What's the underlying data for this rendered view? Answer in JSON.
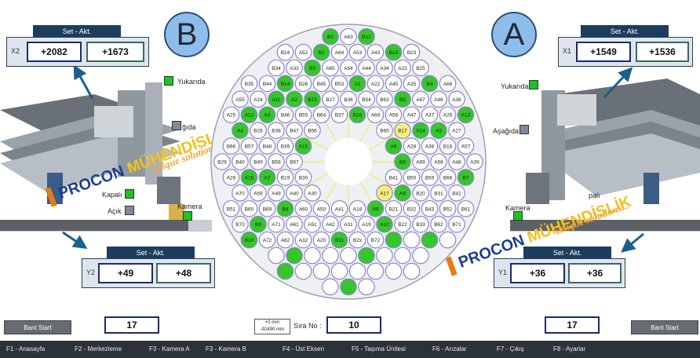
{
  "badges": {
    "left": "B",
    "right": "A"
  },
  "panels": {
    "x2": {
      "header": "Set - Akt.",
      "axis": "X2",
      "set": "+2082",
      "akt": "+1673"
    },
    "x1": {
      "header": "Set - Akt.",
      "axis": "X1",
      "set": "+1549",
      "akt": "+1536"
    },
    "y2": {
      "header": "Set - Akt.",
      "axis": "Y2",
      "set": "+49",
      "akt": "+48"
    },
    "y1": {
      "header": "Set - Akt.",
      "axis": "Y1",
      "set": "+36",
      "akt": "+36"
    }
  },
  "labels": {
    "yukarida": "Yukarıda",
    "asagida": "Aşağıda",
    "kapali": "Kapalı",
    "acik": "Açık",
    "kamera": "Kamera"
  },
  "left_info": {
    "asagida_partial": "ğıda",
    "kapali": "Kapalı",
    "acik": "Açık",
    "kamera": "Kamera"
  },
  "right_info": {
    "yukarida": "Yukarıda",
    "asagida": "Aşağıda",
    "kapali": "palı",
    "kamera": "Kamera"
  },
  "watermark": {
    "brand_left": "PROCON",
    "brand_right": "MÜHENDİSLİK",
    "tagline": "unique solutions..."
  },
  "bottom": {
    "bant_start_left": "Bant Start",
    "bant_start_right": "Bant Start",
    "left_count": "17",
    "right_count": "17",
    "offset_top": "+0 mm",
    "offset_bottom": "-92490 mm",
    "sira_label": "Sıra No :",
    "sira_value": "10"
  },
  "footer": [
    {
      "key": "F1",
      "label": "F1 - Anasayfa"
    },
    {
      "key": "F2",
      "label": "F2 - Merkezleme"
    },
    {
      "key": "F3a",
      "label": "F3 - Kamera  A"
    },
    {
      "key": "F3b",
      "label": "F3 - Kamera  B"
    },
    {
      "key": "F4",
      "label": "F4 - Üst Eksen"
    },
    {
      "key": "F5",
      "label": "F5 - Taşıma Ünitesi"
    },
    {
      "key": "F6",
      "label": "F6 - Arızalar"
    },
    {
      "key": "F7",
      "label": "F7 - Çıkış"
    },
    {
      "key": "F8",
      "label": "F8 - Ayarlar"
    }
  ],
  "colors": {
    "filled": "#35c62a",
    "current": "#f5ee7e",
    "empty": "#ffffff",
    "slot_border": "#8d85c8",
    "header": "#1c3d5e",
    "footer": "#2b323a"
  },
  "carousel": {
    "cells": [
      {
        "id": "B1",
        "s": "g"
      },
      {
        "id": "A63",
        "s": "w"
      },
      {
        "id": "B12",
        "s": "g"
      },
      {
        "id": "B24",
        "s": "w"
      },
      {
        "id": "A52",
        "s": "w"
      },
      {
        "id": "B2",
        "s": "g"
      },
      {
        "id": "A64",
        "s": "w"
      },
      {
        "id": "A53",
        "s": "w"
      },
      {
        "id": "A43",
        "s": "w"
      },
      {
        "id": "B13",
        "s": "g"
      },
      {
        "id": "B23",
        "s": "w"
      },
      {
        "id": "B34",
        "s": "w"
      },
      {
        "id": "A33",
        "s": "w"
      },
      {
        "id": "B3",
        "s": "g"
      },
      {
        "id": "A65",
        "s": "w"
      },
      {
        "id": "A54",
        "s": "w"
      },
      {
        "id": "A44",
        "s": "w"
      },
      {
        "id": "A34",
        "s": "w"
      },
      {
        "id": "A23",
        "s": "w"
      },
      {
        "id": "B25",
        "s": "w"
      },
      {
        "id": "B35",
        "s": "w"
      },
      {
        "id": "B44",
        "s": "w"
      },
      {
        "id": "B14",
        "s": "g"
      },
      {
        "id": "B26",
        "s": "w"
      },
      {
        "id": "B45",
        "s": "w"
      },
      {
        "id": "B53",
        "s": "w"
      },
      {
        "id": "A1",
        "s": "g"
      },
      {
        "id": "A22",
        "s": "w"
      },
      {
        "id": "A45",
        "s": "w"
      },
      {
        "id": "A35",
        "s": "w"
      },
      {
        "id": "B4",
        "s": "g"
      },
      {
        "id": "A66",
        "s": "w"
      },
      {
        "id": "A55",
        "s": "w"
      },
      {
        "id": "A24",
        "s": "w"
      },
      {
        "id": "A11",
        "s": "g"
      },
      {
        "id": "A2",
        "s": "g"
      },
      {
        "id": "B15",
        "s": "g"
      },
      {
        "id": "B27",
        "s": "w"
      },
      {
        "id": "B36",
        "s": "w"
      },
      {
        "id": "B54",
        "s": "w"
      },
      {
        "id": "B63",
        "s": "w"
      },
      {
        "id": "B5",
        "s": "g"
      },
      {
        "id": "A67",
        "s": "w"
      },
      {
        "id": "A46",
        "s": "w"
      },
      {
        "id": "A36",
        "s": "w"
      },
      {
        "id": "A25",
        "s": "w"
      },
      {
        "id": "A12",
        "s": "g"
      },
      {
        "id": "A3",
        "s": "g"
      },
      {
        "id": "B46",
        "s": "w"
      },
      {
        "id": "B55",
        "s": "w"
      },
      {
        "id": "B64",
        "s": "w"
      },
      {
        "id": "B37",
        "s": "w"
      },
      {
        "id": "B16",
        "s": "g"
      },
      {
        "id": "A68",
        "s": "w"
      },
      {
        "id": "A56",
        "s": "w"
      },
      {
        "id": "A47",
        "s": "w"
      },
      {
        "id": "A37",
        "s": "w"
      },
      {
        "id": "A26",
        "s": "w"
      },
      {
        "id": "A13",
        "s": "g"
      },
      {
        "id": "A4",
        "s": "g"
      },
      {
        "id": "B28",
        "s": "w"
      },
      {
        "id": "B38",
        "s": "w"
      },
      {
        "id": "B47",
        "s": "w"
      },
      {
        "id": "B56",
        "s": "w"
      },
      {
        "id": "B65",
        "s": "w"
      },
      {
        "id": "B17",
        "s": "y"
      },
      {
        "id": "A14",
        "s": "g"
      },
      {
        "id": "A5",
        "s": "g"
      },
      {
        "id": "A27",
        "s": "w"
      },
      {
        "id": "B66",
        "s": "w"
      },
      {
        "id": "B57",
        "s": "w"
      },
      {
        "id": "B48",
        "s": "w"
      },
      {
        "id": "B39",
        "s": "w"
      },
      {
        "id": "A15",
        "s": "g"
      },
      {
        "id": "A6",
        "s": "g"
      },
      {
        "id": "A28",
        "s": "w"
      },
      {
        "id": "A38",
        "s": "w"
      },
      {
        "id": "B18",
        "s": "w"
      },
      {
        "id": "A57",
        "s": "w"
      },
      {
        "id": "B29",
        "s": "w"
      },
      {
        "id": "B40",
        "s": "w"
      },
      {
        "id": "B49",
        "s": "w"
      },
      {
        "id": "B58",
        "s": "w"
      },
      {
        "id": "B67",
        "s": "w"
      },
      {
        "id": "B6",
        "s": "g"
      },
      {
        "id": "A69",
        "s": "w"
      },
      {
        "id": "A58",
        "s": "w"
      },
      {
        "id": "A48",
        "s": "w"
      },
      {
        "id": "A39",
        "s": "w"
      },
      {
        "id": "A29",
        "s": "w"
      },
      {
        "id": "A16",
        "s": "g"
      },
      {
        "id": "A7",
        "s": "g"
      },
      {
        "id": "B19",
        "s": "w"
      },
      {
        "id": "B30",
        "s": "w"
      },
      {
        "id": "B41",
        "s": "w"
      },
      {
        "id": "B50",
        "s": "w"
      },
      {
        "id": "B59",
        "s": "w"
      },
      {
        "id": "B68",
        "s": "w"
      },
      {
        "id": "B7",
        "s": "g"
      },
      {
        "id": "A70",
        "s": "w"
      },
      {
        "id": "A59",
        "s": "w"
      },
      {
        "id": "A49",
        "s": "w"
      },
      {
        "id": "A40",
        "s": "w"
      },
      {
        "id": "A30",
        "s": "w"
      },
      {
        "id": "A17",
        "s": "y"
      },
      {
        "id": "A8",
        "s": "g"
      },
      {
        "id": "B20",
        "s": "w"
      },
      {
        "id": "B31",
        "s": "w"
      },
      {
        "id": "B42",
        "s": "w"
      },
      {
        "id": "B51",
        "s": "w"
      },
      {
        "id": "B60",
        "s": "w"
      },
      {
        "id": "B69",
        "s": "w"
      },
      {
        "id": "B8",
        "s": "g"
      },
      {
        "id": "A60",
        "s": "w"
      },
      {
        "id": "A50",
        "s": "w"
      },
      {
        "id": "A41",
        "s": "w"
      },
      {
        "id": "A18",
        "s": "w"
      },
      {
        "id": "A9",
        "s": "g"
      },
      {
        "id": "B21",
        "s": "w"
      },
      {
        "id": "B32",
        "s": "w"
      },
      {
        "id": "B43",
        "s": "w"
      },
      {
        "id": "B52",
        "s": "w"
      },
      {
        "id": "B61",
        "s": "w"
      },
      {
        "id": "B70",
        "s": "w"
      },
      {
        "id": "B9",
        "s": "g"
      },
      {
        "id": "A71",
        "s": "w"
      },
      {
        "id": "A61",
        "s": "w"
      },
      {
        "id": "A51",
        "s": "w"
      },
      {
        "id": "A42",
        "s": "w"
      },
      {
        "id": "A31",
        "s": "w"
      },
      {
        "id": "A19",
        "s": "w"
      },
      {
        "id": "A10",
        "s": "g"
      },
      {
        "id": "B22",
        "s": "w"
      },
      {
        "id": "B33",
        "s": "w"
      },
      {
        "id": "B62",
        "s": "w"
      },
      {
        "id": "B71",
        "s": "w"
      },
      {
        "id": "B10",
        "s": "g"
      },
      {
        "id": "A72",
        "s": "w"
      },
      {
        "id": "A62",
        "s": "w"
      },
      {
        "id": "A32",
        "s": "w"
      },
      {
        "id": "A20",
        "s": "w"
      },
      {
        "id": "B11",
        "s": "g"
      },
      {
        "id": "B2x",
        "s": "w"
      },
      {
        "id": "B72",
        "s": "w"
      }
    ]
  }
}
